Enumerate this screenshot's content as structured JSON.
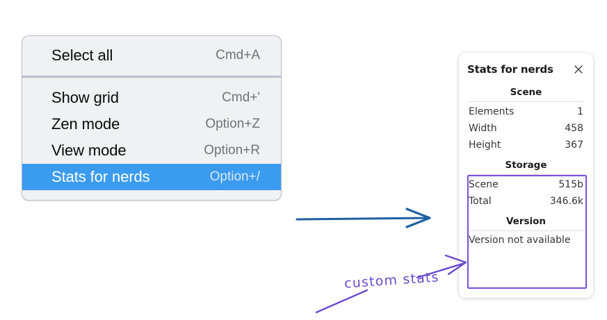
{
  "context_menu": {
    "groups": [
      {
        "items": [
          {
            "label": "Select all",
            "shortcut": "Cmd+A",
            "selected": false
          }
        ]
      },
      {
        "items": [
          {
            "label": "Show grid",
            "shortcut": "Cmd+'",
            "selected": false
          },
          {
            "label": "Zen mode",
            "shortcut": "Option+Z",
            "selected": false
          },
          {
            "label": "View mode",
            "shortcut": "Option+R",
            "selected": false
          },
          {
            "label": "Stats for nerds",
            "shortcut": "Option+/",
            "selected": true
          }
        ]
      }
    ],
    "highlight_color": "#3b9bee"
  },
  "stats_panel": {
    "title": "Stats for nerds",
    "close_icon": "close-icon",
    "sections": [
      {
        "name": "scene",
        "heading": "Scene",
        "rows": [
          {
            "key": "Elements",
            "value": "1"
          },
          {
            "key": "Width",
            "value": "458"
          },
          {
            "key": "Height",
            "value": "367"
          }
        ]
      },
      {
        "name": "storage",
        "heading": "Storage",
        "rows": [
          {
            "key": "Scene",
            "value": "515b"
          },
          {
            "key": "Total",
            "value": "346.6k"
          }
        ]
      },
      {
        "name": "version",
        "heading": "Version",
        "text": "Version not available"
      }
    ]
  },
  "annotations": {
    "label": "custom stats",
    "label_color": "#6b4bd0",
    "box_color": "#7c4ddb",
    "arrow_color": "#1f5fa0"
  }
}
